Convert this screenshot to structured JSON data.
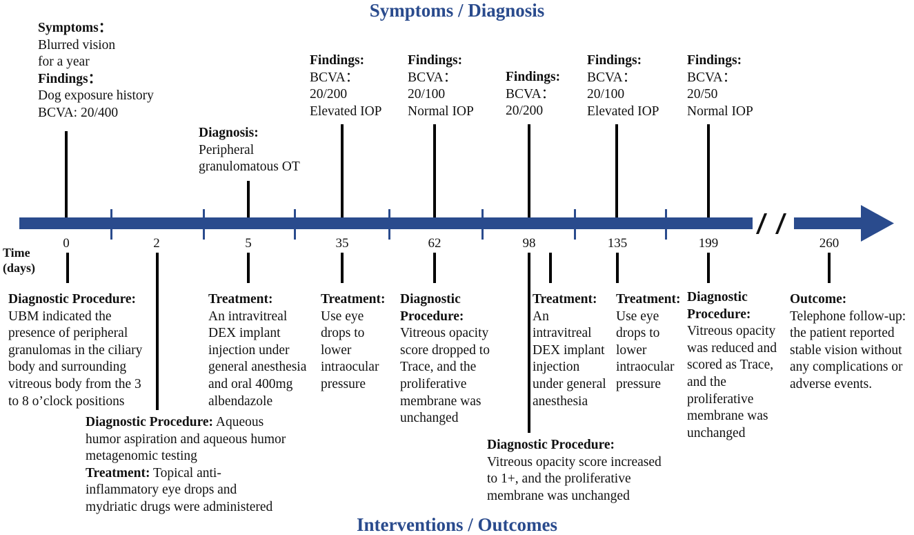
{
  "header_title": "Symptoms / Diagnosis",
  "footer_title": "Interventions / Outcomes",
  "time_label_1": "Time",
  "time_label_2": "(days)",
  "days": [
    "0",
    "2",
    "5",
    "35",
    "62",
    "98",
    "135",
    "199",
    "260"
  ],
  "colors": {
    "accent": "#2a4b8d",
    "text": "#111111"
  },
  "top": {
    "d0": {
      "symptoms_label": "Symptoms：",
      "symptoms": [
        "Blurred vision",
        "for a year"
      ],
      "findings_label": "Findings：",
      "findings": [
        "Dog exposure history",
        "BCVA: 20/400"
      ]
    },
    "d5": {
      "label": "Diagnosis:",
      "lines": [
        "Peripheral",
        "granulomatous OT"
      ]
    },
    "d35": {
      "label": "Findings:",
      "lines": [
        "BCVA：",
        "20/200",
        "Elevated IOP"
      ]
    },
    "d62": {
      "label": "Findings:",
      "lines": [
        "BCVA：",
        "20/100",
        "Normal IOP"
      ]
    },
    "d98": {
      "label": "Findings:",
      "lines": [
        "BCVA：",
        "20/200"
      ]
    },
    "d135": {
      "label": "Findings:",
      "lines": [
        "BCVA：",
        "20/100",
        "Elevated IOP"
      ]
    },
    "d199": {
      "label": "Findings:",
      "lines": [
        "BCVA：",
        "20/50",
        "Normal IOP"
      ]
    }
  },
  "bottom": {
    "d0": {
      "label": "Diagnostic Procedure:",
      "lines": [
        "UBM indicated the",
        "presence of peripheral",
        "granulomas in the ciliary",
        "body and surrounding",
        "vitreous body from the 3",
        "to 8 o’clock positions"
      ]
    },
    "d2": {
      "dp_label": "Diagnostic Procedure:",
      "dp_first": "Aqueous",
      "dp_lines": [
        "humor aspiration and aqueous humor",
        "metagenomic testing"
      ],
      "tr_label": "Treatment:",
      "tr_first": "Topical anti-",
      "tr_lines": [
        "inflammatory eye drops and",
        "mydriatic drugs were administered"
      ]
    },
    "d5": {
      "label": "Treatment:",
      "lines": [
        "An intravitreal",
        "DEX implant",
        "injection under",
        "general anesthesia",
        "and oral 400mg",
        "albendazole"
      ]
    },
    "d35": {
      "label": "Treatment:",
      "lines": [
        "Use eye",
        "drops to",
        "lower",
        "intraocular",
        "pressure"
      ]
    },
    "d62": {
      "label_lines": [
        "Diagnostic",
        "Procedure:"
      ],
      "lines": [
        "Vitreous opacity",
        "score dropped to",
        "Trace, and the",
        "proliferative",
        "membrane was",
        "unchanged"
      ]
    },
    "d98_tr": {
      "label": "Treatment:",
      "lines": [
        "An",
        "intravitreal",
        "DEX implant",
        "injection",
        "under general",
        "anesthesia"
      ]
    },
    "d98_dp": {
      "label": "Diagnostic Procedure:",
      "lines": [
        "Vitreous opacity score increased",
        "to 1+, and the proliferative",
        "membrane was unchanged"
      ]
    },
    "d135": {
      "label": "Treatment:",
      "lines": [
        "Use eye",
        "drops to",
        "lower",
        "intraocular",
        "pressure"
      ]
    },
    "d199": {
      "label_lines": [
        "Diagnostic",
        "Procedure:"
      ],
      "lines": [
        "Vitreous opacity",
        "was reduced and",
        "scored as Trace,",
        "and the",
        "proliferative",
        "membrane was",
        "unchanged"
      ]
    },
    "d260": {
      "label": "Outcome:",
      "lines": [
        "Telephone follow-up:",
        "the patient reported",
        "stable vision without",
        "any complications or",
        "adverse events."
      ]
    }
  }
}
